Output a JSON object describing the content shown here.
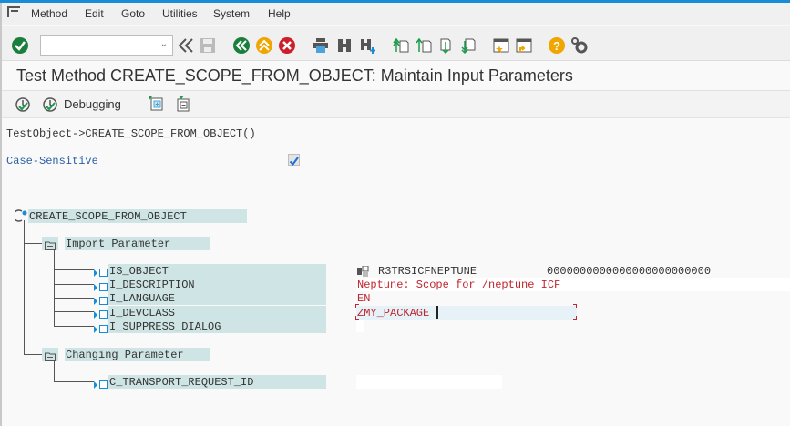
{
  "menubar": {
    "items": [
      {
        "label": "Method"
      },
      {
        "label": "Edit"
      },
      {
        "label": "Goto"
      },
      {
        "label": "Utilities"
      },
      {
        "label": "System"
      },
      {
        "label": "Help"
      }
    ]
  },
  "toolbar": {
    "command_field": {
      "value": "",
      "placeholder": ""
    },
    "icons": [
      "enter-icon",
      "command-dropdown",
      "back-double-chevron-icon",
      "save-icon",
      "back-icon",
      "exit-icon",
      "cancel-icon",
      "print-icon",
      "find-icon",
      "find-next-icon",
      "first-page-icon",
      "previous-page-icon",
      "next-page-icon",
      "last-page-icon",
      "create-session-icon",
      "shortcut-icon",
      "help-icon",
      "settings-gear-icon"
    ],
    "colors": {
      "green": "#1a7f3c",
      "orange": "#f0a500",
      "red": "#cc1f2a"
    }
  },
  "header": {
    "title": "Test Method CREATE_SCOPE_FROM_OBJECT: Maintain Input Parameters"
  },
  "app_toolbar": {
    "execute_label": "",
    "debugging_label": "Debugging"
  },
  "main": {
    "call_signature": "TestObject->CREATE_SCOPE_FROM_OBJECT()",
    "case_sensitive_label": "Case-Sensitive",
    "case_sensitive_checked": true,
    "tree": {
      "root": "CREATE_SCOPE_FROM_OBJECT",
      "groups": [
        {
          "label": "Import Parameter",
          "params": [
            {
              "name": "IS_OBJECT",
              "value": "R3TRSICFNEPTUNE",
              "extra": "0000000000000000000000000"
            },
            {
              "name": "I_DESCRIPTION",
              "value": "Neptune: Scope for /neptune ICF"
            },
            {
              "name": "I_LANGUAGE",
              "value": "EN"
            },
            {
              "name": "I_DEVCLASS",
              "value": "ZMY_PACKAGE"
            },
            {
              "name": "I_SUPPRESS_DIALOG",
              "value": ""
            }
          ]
        },
        {
          "label": "Changing Parameter",
          "params": [
            {
              "name": "C_TRANSPORT_REQUEST_ID",
              "value": ""
            }
          ]
        }
      ]
    }
  }
}
